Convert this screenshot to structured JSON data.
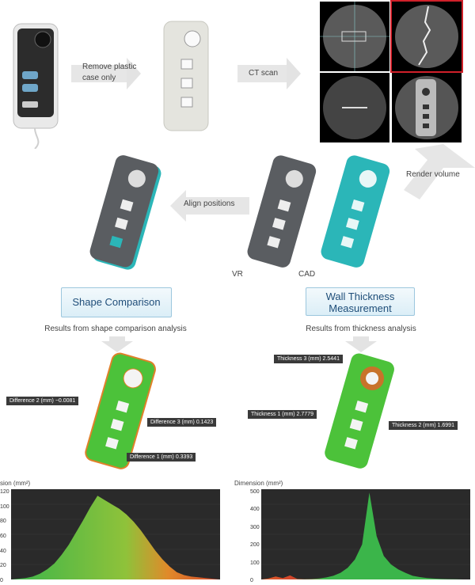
{
  "steps": {
    "remove_case": "Remove plastic\ncase only",
    "ct_scan": "CT scan",
    "render_volume": "Render volume",
    "align_positions": "Align positions",
    "vr": "VR",
    "cad": "CAD"
  },
  "sections": {
    "shape": {
      "title": "Shape Comparison",
      "subtitle": "Results from shape comparison analysis"
    },
    "thickness": {
      "title": "Wall Thickness\nMeasurement",
      "subtitle": "Results from thickness analysis"
    }
  },
  "shape_tags": {
    "diff2": "Difference 2 (mm)  −0.0081",
    "diff3": "Difference 3 (mm)  0.1423",
    "diff1": "Difference 1 (mm)  0.3393"
  },
  "thickness_tags": {
    "t3": "Thickness 3 (mm)  2.5441",
    "t1": "Thickness 1 (mm)  2.7779",
    "t2": "Thickness 2 (mm)  1.6991"
  },
  "chart_data": [
    {
      "type": "area",
      "ylabel": "sion (mm²)",
      "y_ticks": [
        "120",
        "100",
        "80",
        "60",
        "40",
        "20",
        "0"
      ],
      "ylim": [
        0,
        125
      ],
      "series": [
        {
          "values": [
            0,
            1,
            2,
            4,
            8,
            14,
            22,
            34,
            48,
            65,
            82,
            100,
            116,
            110,
            104,
            98,
            90,
            80,
            68,
            54,
            40,
            28,
            18,
            10,
            6,
            4,
            3,
            2,
            1,
            0
          ]
        }
      ]
    },
    {
      "type": "area",
      "ylabel": "Dimension (mm²)",
      "y_ticks": [
        "500",
        "400",
        "300",
        "200",
        "100",
        "0"
      ],
      "ylim": [
        0,
        540
      ],
      "series": [
        {
          "values": [
            0,
            6,
            18,
            8,
            24,
            4,
            2,
            3,
            6,
            12,
            22,
            40,
            70,
            120,
            210,
            520,
            260,
            140,
            90,
            60,
            40,
            22,
            14,
            8,
            5,
            3,
            2,
            1,
            0,
            0
          ]
        }
      ]
    }
  ],
  "colors": {
    "device_gray": "#5a5d61",
    "cad_teal": "#2bb6b8",
    "heat_green": "#4cc23a",
    "arrow": "#e4e4e4"
  }
}
